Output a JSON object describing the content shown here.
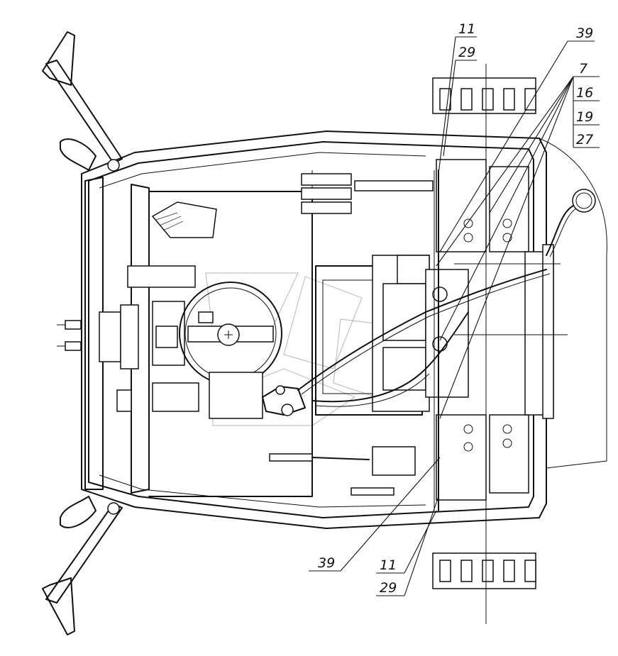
{
  "callouts": {
    "c11_top": "11",
    "c29_top": "29",
    "c39_top": "39",
    "c7": "7",
    "c16": "16",
    "c19": "19",
    "c27": "27",
    "c39_bottom": "39",
    "c11_bottom": "11",
    "c29_bottom": "29"
  },
  "icons": {
    "watermark": "watermark-logo",
    "pressure_gauge": "pressure-gauge-icon",
    "steering_wheel": "steering-wheel-icon"
  }
}
